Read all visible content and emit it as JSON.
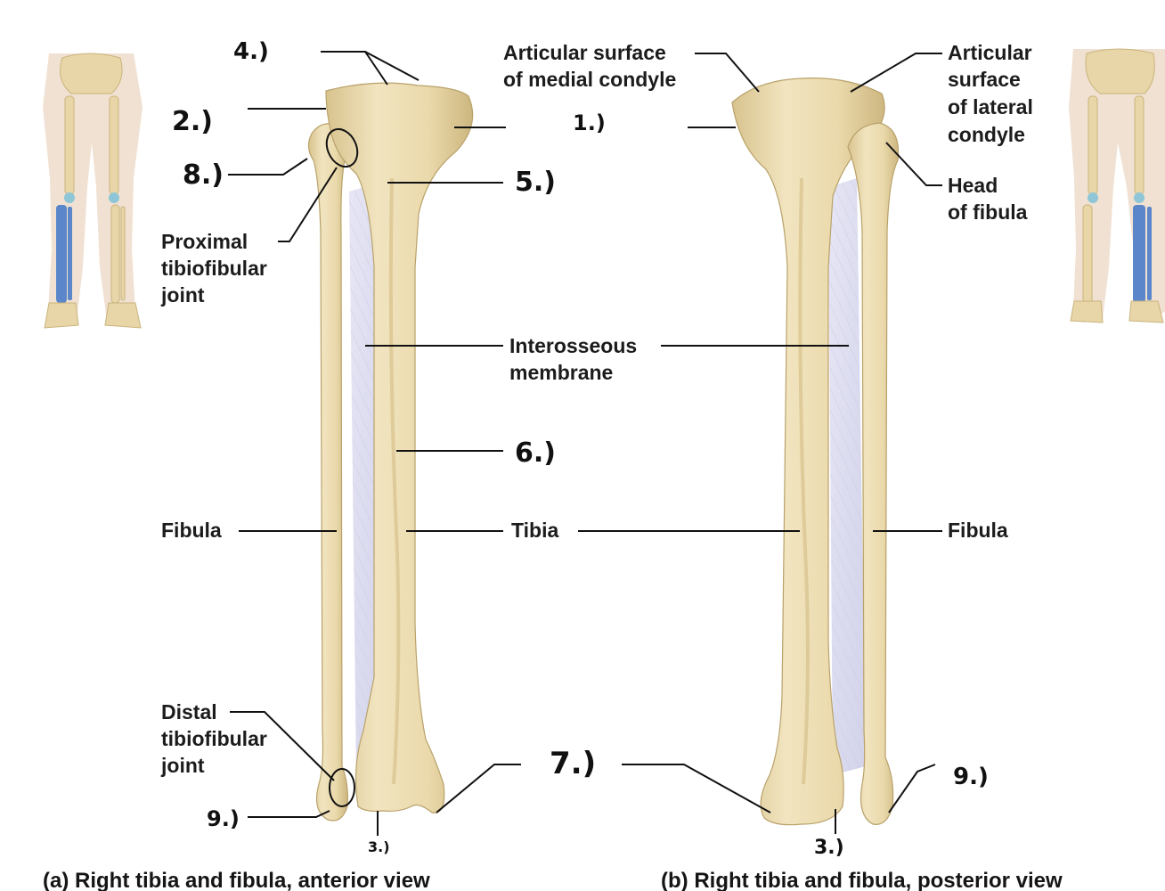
{
  "labels": {
    "articular_medial": [
      "Articular surface",
      "of medial condyle"
    ],
    "articular_lateral": [
      "Articular",
      "surface",
      "of lateral",
      "condyle"
    ],
    "head_of_fibula": [
      "Head",
      "of fibula"
    ],
    "proximal_joint": [
      "Proximal",
      "tibiofibular",
      "joint"
    ],
    "interosseous": [
      "Interosseous",
      "membrane"
    ],
    "fibula_left": "Fibula",
    "tibia": "Tibia",
    "fibula_right": "Fibula",
    "distal_joint": [
      "Distal",
      "tibiofibular",
      "joint"
    ]
  },
  "handwritten": {
    "n4": "4.)",
    "n2": "2.)",
    "n8": "8.)",
    "n1": "1.)",
    "n5": "5.)",
    "n6": "6.)",
    "n7": "7.)",
    "n9_left": "9.)",
    "n9_right": "9.)",
    "n3_left": "3.)",
    "n3_right": "3.)"
  },
  "captions": {
    "a": "(a) Right tibia and fibula, anterior view",
    "b": "(b) Right tibia and fibula, posterior view"
  },
  "colors": {
    "bone": "#ecdcb0",
    "bone_shadow": "#c9b47c",
    "membrane": "#dcdcf0",
    "highlight": "#5b86c9",
    "skin": "#eedcca"
  }
}
